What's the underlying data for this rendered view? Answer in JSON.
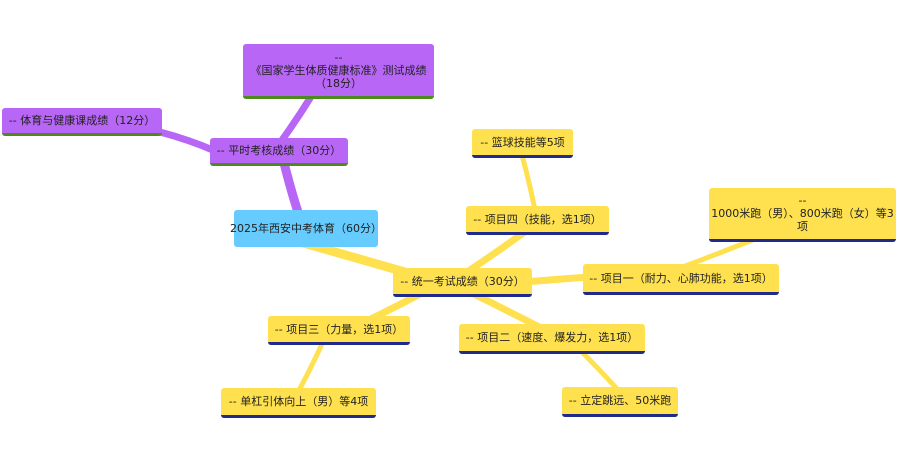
{
  "root": {
    "label": "2025年西安中考体育（60分）"
  },
  "branches": {
    "regular": {
      "label": "-- 平时考核成绩（30分）",
      "children": {
        "pe_course": "-- 体育与健康课成绩（12分）",
        "standard": {
          "prefix": "--",
          "line1": "《国家学生体质健康标准》测试成绩",
          "line2": "（18分）"
        }
      }
    },
    "exam": {
      "label": "-- 统一考试成绩（30分）",
      "items": {
        "item1": {
          "label": "-- 项目一（耐力、心肺功能，选1项）",
          "child": {
            "prefix": "--",
            "line1": "1000米跑（男）、800米跑（女）等3",
            "line2": "项"
          }
        },
        "item2": {
          "label": "-- 项目二（速度、爆发力，选1项）",
          "child": "-- 立定跳远、50米跑"
        },
        "item3": {
          "label": "-- 项目三（力量，选1项）",
          "child": "-- 单杠引体向上（男）等4项"
        },
        "item4": {
          "label": "-- 项目四（技能，选1项）",
          "child": "-- 篮球技能等5项"
        }
      }
    }
  },
  "colors": {
    "root": "#66ccff",
    "regular_branch": "#b766f5",
    "regular_underline": "#4d8a1e",
    "exam_branch": "#ffe14f",
    "exam_underline": "#1f2a8a"
  }
}
